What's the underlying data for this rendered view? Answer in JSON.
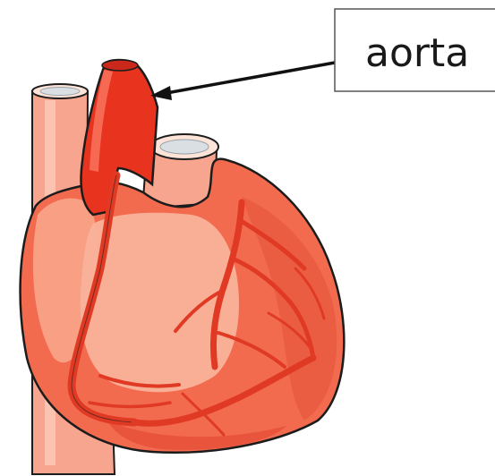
{
  "diagram": {
    "label_text": "aorta",
    "colors": {
      "muscle_main": "#f26b4f",
      "muscle_highlight": "#f9a88d",
      "muscle_shadow": "#e64a34",
      "aorta": "#e8341f",
      "aorta_highlight": "#f7705a",
      "vessel_pale": "#f7a58e",
      "vessel_pale_light": "#fcc7b4",
      "coronary": "#e13a24",
      "outline": "#1c1c1c",
      "label_box_border": "#555555"
    },
    "icons": [
      "heart-illustration",
      "pointer-arrow"
    ]
  }
}
